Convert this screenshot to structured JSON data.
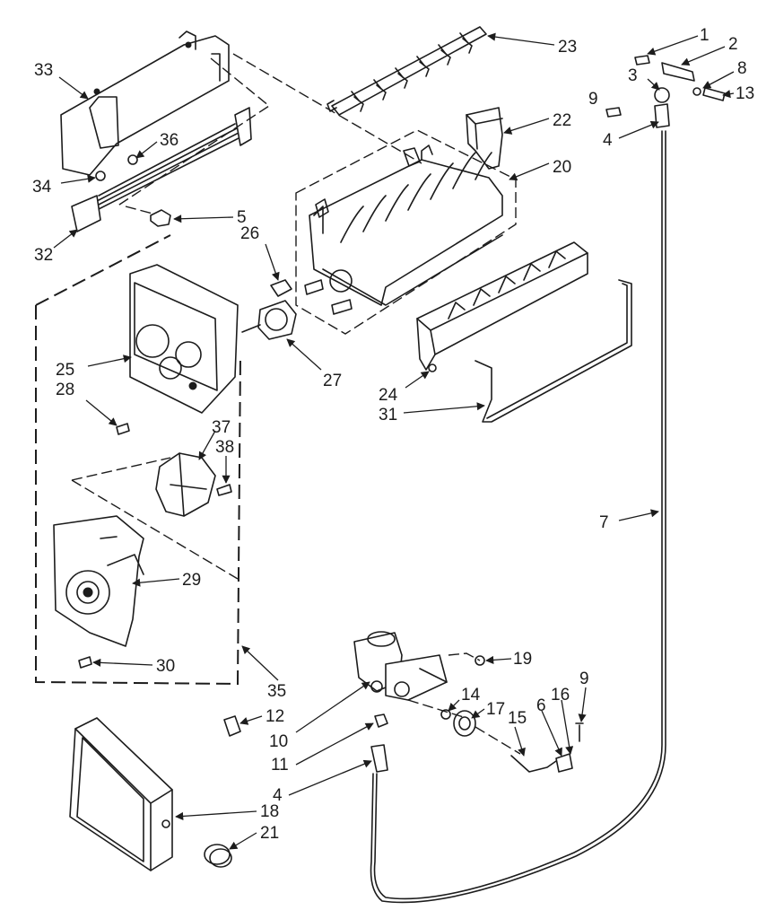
{
  "callouts": {
    "c1": "1",
    "c2": "2",
    "c3": "3",
    "c8": "8",
    "c9a": "9",
    "c13": "13",
    "c4a": "4",
    "c23": "23",
    "c22": "22",
    "c20": "20",
    "c33": "33",
    "c36": "36",
    "c34": "34",
    "c5": "5",
    "c32": "32",
    "c26": "26",
    "c27": "27",
    "c25": "25",
    "c28": "28",
    "c24": "24",
    "c31": "31",
    "c37": "37",
    "c38": "38",
    "c7": "7",
    "c29": "29",
    "c30": "30",
    "c35": "35",
    "c19": "19",
    "c12": "12",
    "c10": "10",
    "c14": "14",
    "c17": "17",
    "c16": "16",
    "c9b": "9",
    "c15": "15",
    "c6": "6",
    "c11": "11",
    "c4b": "4",
    "c18": "18",
    "c21": "21"
  }
}
